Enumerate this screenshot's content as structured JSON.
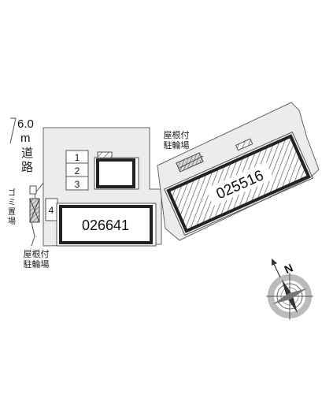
{
  "road": {
    "width_label": "6.0",
    "unit_label": "m",
    "name_label": "道路"
  },
  "buildings": [
    {
      "id": "026641"
    },
    {
      "id": "025516"
    }
  ],
  "parking_spaces": [
    "1",
    "2",
    "3",
    "4"
  ],
  "labels": {
    "covered_bike_parking": "屋根付\n駐輪場",
    "garbage_area": "ゴミ置場"
  },
  "compass": {
    "north_label": "N",
    "icon": "compass-rose-icon"
  },
  "colors": {
    "site_fill": "#ececec",
    "building_border": "#333333",
    "hatch": "#8a8a8a",
    "line": "#555555"
  }
}
